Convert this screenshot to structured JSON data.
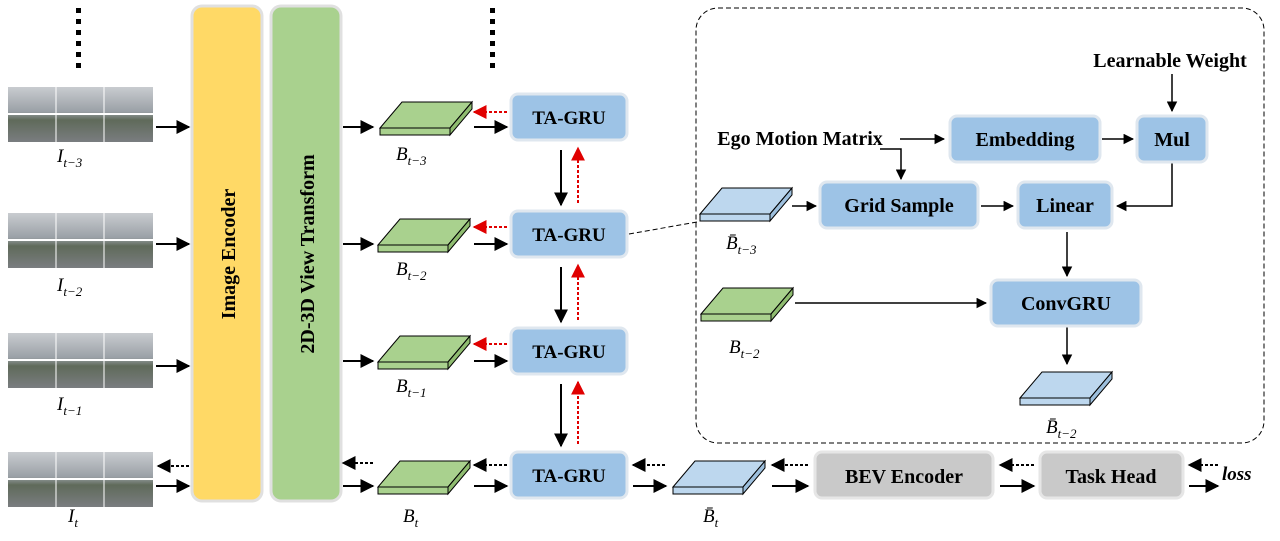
{
  "colors": {
    "encoder": "#ffd966",
    "view_transform": "#a9d18e",
    "box_blue": "#9dc3e6",
    "box_gray": "#c9c9c9",
    "feature_green": "#a9d18e",
    "feature_blue": "#bdd7ee",
    "arrow": "#000000",
    "grad_arrow": "#e00000"
  },
  "encoder_label": "Image Encoder",
  "view_transform_label": "2D-3D View Transform",
  "frames": [
    {
      "base": "I",
      "sub": "t−3"
    },
    {
      "base": "I",
      "sub": "t−2"
    },
    {
      "base": "I",
      "sub": "t−1"
    },
    {
      "base": "I",
      "sub": "t"
    }
  ],
  "bev_features": [
    {
      "base": "B",
      "sub": "t−3"
    },
    {
      "base": "B",
      "sub": "t−2"
    },
    {
      "base": "B",
      "sub": "t−1"
    },
    {
      "base": "B",
      "sub": "t"
    }
  ],
  "ta_gru_label": "TA-GRU",
  "fused_bev": {
    "base": "B̄",
    "sub": "t"
  },
  "bev_encoder_label": "BEV Encoder",
  "task_head_label": "Task Head",
  "loss_label": "loss",
  "detail": {
    "learnable_weight": "Learnable Weight",
    "ego_motion": "Ego Motion Matrix",
    "embedding": "Embedding",
    "mul": "Mul",
    "grid_sample": "Grid Sample",
    "linear": "Linear",
    "convgru": "ConvGRU",
    "input_prev": {
      "base": "B̄",
      "sub": "t−3"
    },
    "input_cur": {
      "base": "B",
      "sub": "t−2"
    },
    "output": {
      "base": "B̄",
      "sub": "t−2"
    }
  }
}
